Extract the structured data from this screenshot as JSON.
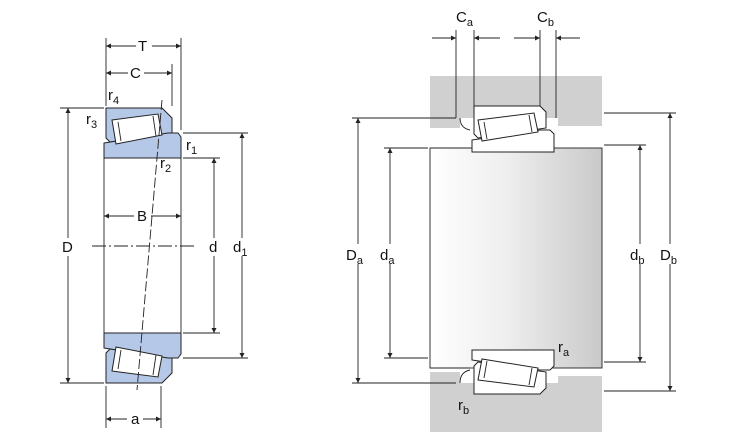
{
  "left_view": {
    "dims": {
      "T": "T",
      "C": "C",
      "B": "B",
      "D": "D",
      "d": "d",
      "d1": {
        "base": "d",
        "sub": "1"
      },
      "a": "a",
      "r1": {
        "base": "r",
        "sub": "1"
      },
      "r2": {
        "base": "r",
        "sub": "2"
      },
      "r3": {
        "base": "r",
        "sub": "3"
      },
      "r4": {
        "base": "r",
        "sub": "4"
      }
    }
  },
  "right_view": {
    "dims": {
      "Ca": {
        "base": "C",
        "sub": "a"
      },
      "Cb": {
        "base": "C",
        "sub": "b"
      },
      "Da": {
        "base": "D",
        "sub": "a"
      },
      "da": {
        "base": "d",
        "sub": "a"
      },
      "db": {
        "base": "d",
        "sub": "b"
      },
      "Db": {
        "base": "D",
        "sub": "b"
      },
      "ra": {
        "base": "r",
        "sub": "a"
      },
      "rb": {
        "base": "r",
        "sub": "b"
      }
    }
  },
  "colors": {
    "cup": "#b6c8e8",
    "cone": "#b6c8e8",
    "roller": "#ffffff",
    "housing": "#d0d0d0",
    "shaft": "#f2f2f2",
    "line": "#222222"
  }
}
